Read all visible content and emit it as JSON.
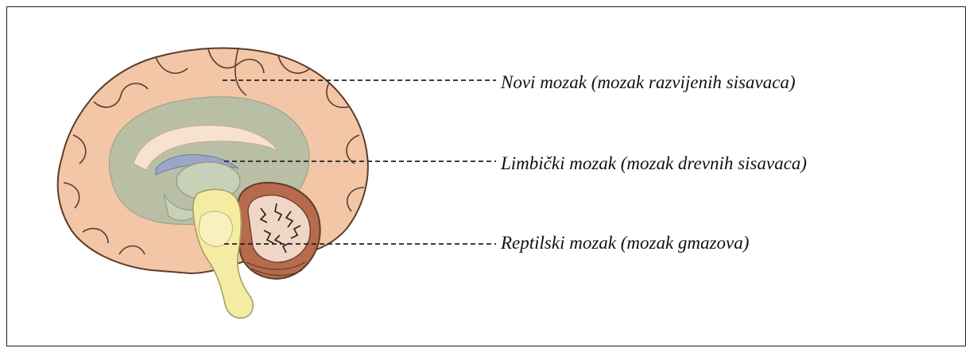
{
  "labels": {
    "neomammalian": "Novi mozak (mozak razvijenih sisavaca)",
    "limbic": "Limbički mozak (mozak drevnih sisavaca)",
    "reptilian": "Reptilski mozak (mozak gmazova)"
  },
  "colors": {
    "cortex": "#f2c6a6",
    "cortex_outline": "#5a3c2c",
    "limbic": "#b7bfa5",
    "limbic_light": "#c9d0b8",
    "corpus_callosum": "#f7e2cf",
    "ventricle": "#9aa6c8",
    "brainstem": "#f5eca4",
    "cerebellum": "#b86a4c",
    "cerebellum_inner": "#f0d6c4",
    "leader_line": "#222222"
  }
}
